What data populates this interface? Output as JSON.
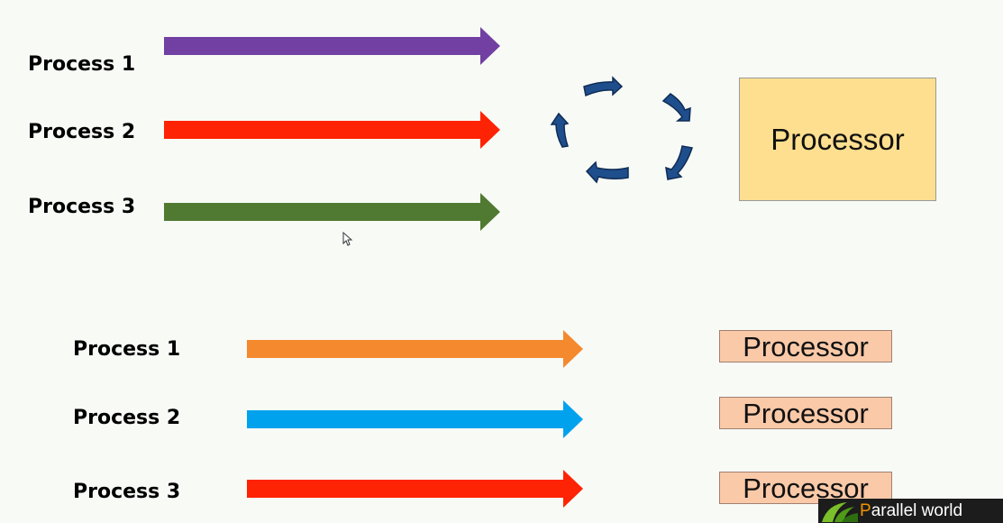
{
  "top_section": {
    "labels": [
      "Process 1",
      "Process 2",
      "Process 3"
    ],
    "arrow_colors": [
      "#7140a2",
      "#fe2304",
      "#507a31"
    ],
    "processor_label": "Processor",
    "processor_color": "#fedf8f",
    "cycle_color": "#1f4e8c"
  },
  "bottom_section": {
    "labels": [
      "Process 1",
      "Process 2",
      "Process 3"
    ],
    "arrow_colors": [
      "#f5892e",
      "#00a2ee",
      "#fe2304"
    ],
    "processor_labels": [
      "Processor",
      "Processor",
      "Processor"
    ],
    "processor_color": "#f9c9a8"
  },
  "watermark": {
    "first_letter": "P",
    "rest": "arallel world"
  }
}
